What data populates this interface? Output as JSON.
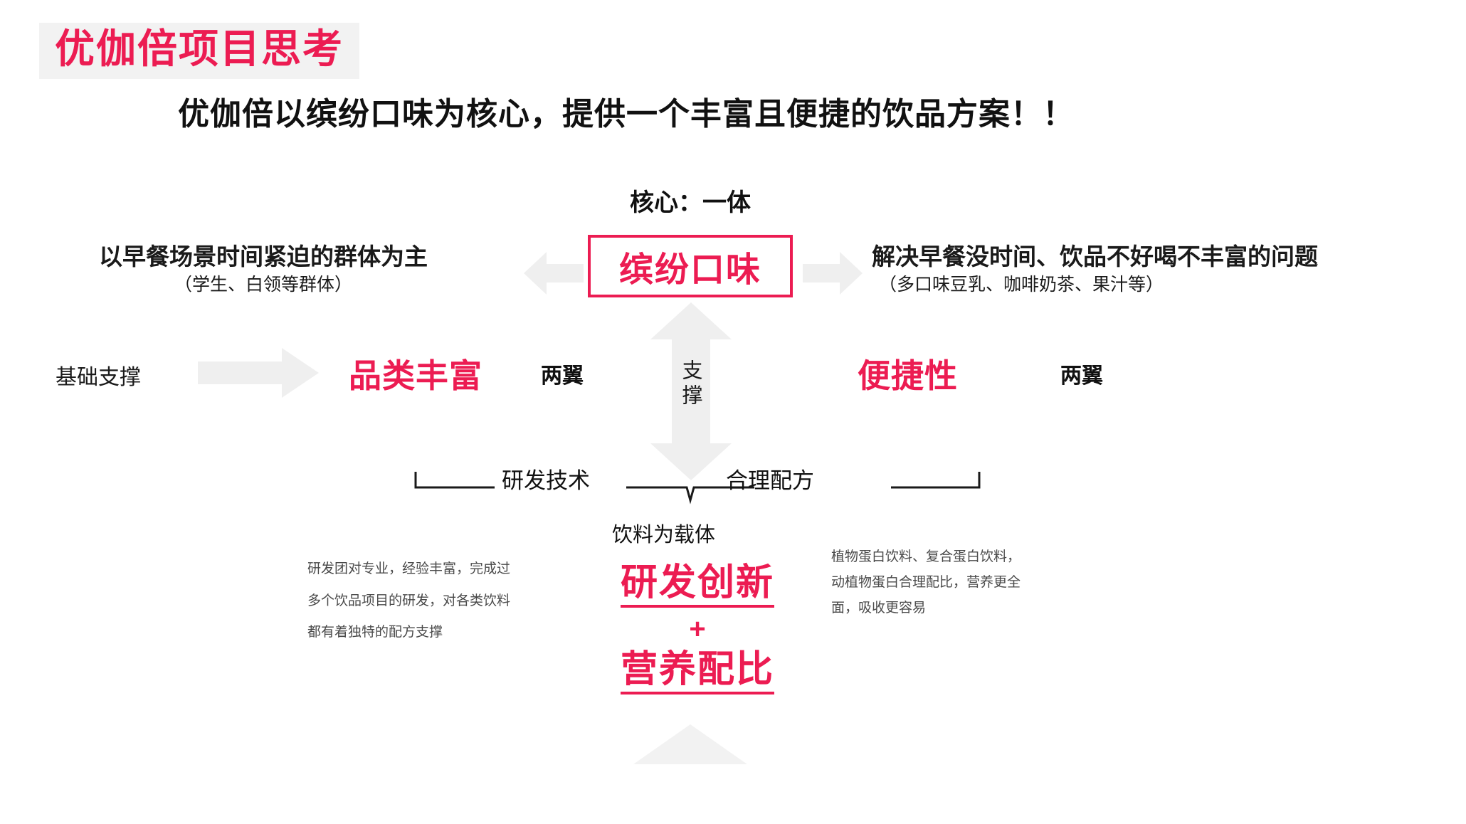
{
  "theme": {
    "accent": "#ec1c52",
    "arrow_gray": "#efefef",
    "title_band_bg": "#f2f2f2",
    "body_text": "#1a1a1a",
    "para_text": "#4a4a4a"
  },
  "title": "优伽倍项目思考",
  "subtitle": "优伽倍以缤纷口味为核心，提供一个丰富且便捷的饮品方案！！",
  "core": {
    "label": "核心：一体",
    "box_text": "缤纷口味"
  },
  "left_block": {
    "line1": "以早餐场景时间紧迫的群体为主",
    "line2": "（学生、白领等群体）"
  },
  "right_block": {
    "line1": "解决早餐没时间、饮品不好喝不丰富的问题",
    "line2": "（多口味豆乳、咖啡奶茶、果汁等）"
  },
  "support_row": {
    "base_support": "基础支撑",
    "left_wing": "品类丰富",
    "left_wing_note": "两翼",
    "right_wing": "便捷性",
    "right_wing_note": "两翼",
    "vertical_support": "支撑"
  },
  "bracket": {
    "left_label": "研发技术",
    "right_label": "合理配方",
    "carrier": "饮料为载体"
  },
  "paragraphs": {
    "left": [
      "研发团对专业，经验丰富，完成过",
      "多个饮品项目的研发，对各类饮料",
      "都有着独特的配方支撑"
    ],
    "right": [
      "植物蛋白饮料、复合蛋白饮料，",
      "动植物蛋白合理配比，营养更全",
      "面，吸收更容易"
    ]
  },
  "center_red": {
    "top": "研发创新",
    "plus": "+",
    "bottom": "营养配比"
  },
  "icons": {
    "arrow_left": "arrow-left-icon",
    "arrow_right": "arrow-right-icon",
    "arrow_down": "arrow-down-icon",
    "arrow_up": "arrow-up-icon"
  }
}
